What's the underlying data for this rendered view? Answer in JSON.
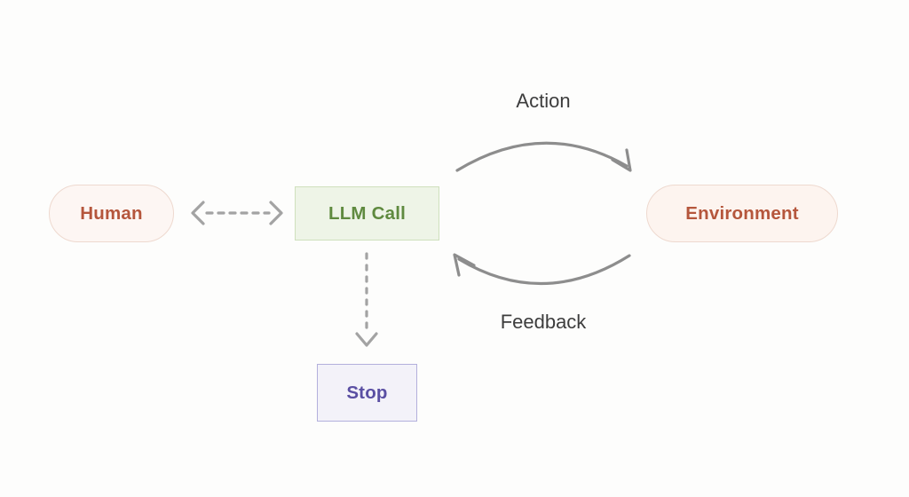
{
  "diagram": {
    "title": "Agent loop diagram",
    "background_color": "#fdfdfc",
    "nodes": [
      {
        "id": "human",
        "label": "Human",
        "shape": "pill",
        "fill_color": "#fdf6f3",
        "border_color": "#eed9cf",
        "text_color": "#b5563c"
      },
      {
        "id": "llm-call",
        "label": "LLM Call",
        "shape": "rectangle",
        "fill_color": "#eef4e7",
        "border_color": "#cfe0bd",
        "text_color": "#5f8a3f"
      },
      {
        "id": "environment",
        "label": "Environment",
        "shape": "pill",
        "fill_color": "#fdf4ef",
        "border_color": "#eed9cf",
        "text_color": "#b5563c"
      },
      {
        "id": "stop",
        "label": "Stop",
        "shape": "rectangle",
        "fill_color": "#f3f2f9",
        "border_color": "#b3b0dc",
        "text_color": "#5a4fa3"
      }
    ],
    "edges": [
      {
        "id": "human-llm",
        "from": "human",
        "to": "llm-call",
        "label": "",
        "style": "dashed",
        "direction": "bidirectional",
        "color": "#9a9a9a"
      },
      {
        "id": "llm-environment",
        "from": "llm-call",
        "to": "environment",
        "label": "Action",
        "style": "solid-curved",
        "direction": "forward",
        "color": "#8a8a8a"
      },
      {
        "id": "environment-llm",
        "from": "environment",
        "to": "llm-call",
        "label": "Feedback",
        "style": "solid-curved",
        "direction": "forward",
        "color": "#8a8a8a"
      },
      {
        "id": "llm-stop",
        "from": "llm-call",
        "to": "stop",
        "label": "",
        "style": "dashed",
        "direction": "forward",
        "color": "#9a9a9a"
      }
    ],
    "label_color": "#3d3d3d"
  }
}
